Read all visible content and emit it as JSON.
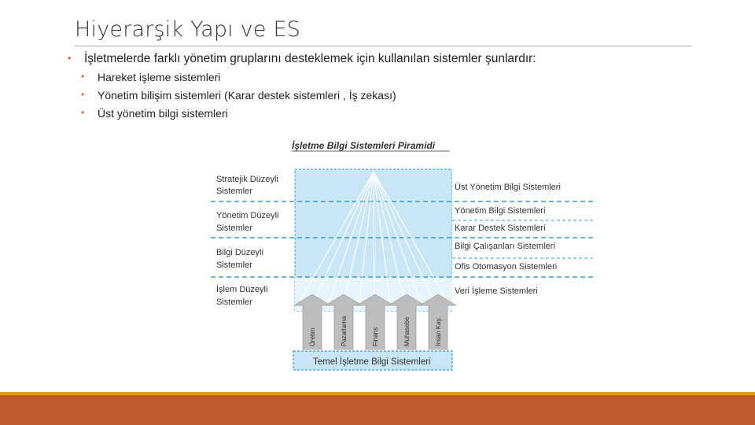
{
  "slide": {
    "title": "Hiyerarşik Yapı ve ES",
    "main_bullet": "İşletmelerde farklı yönetim gruplarını desteklemek için kullanılan sistemler şunlardır:",
    "sub_bullets": [
      "Hareket işleme sistemleri",
      "Yönetim bilişim sistemleri (Karar destek sistemleri , İş zekası)",
      "Üst yönetim bilgi sistemleri"
    ],
    "bullet_glyph": "•"
  },
  "diagram": {
    "title": "İşletme Bilgi Sistemleri Piramidi",
    "left_levels": [
      [
        "Stratejik Düzeyli",
        "Sistemler"
      ],
      [
        "Yönetim Düzeyli",
        "Sistemler"
      ],
      [
        "Bilgi Düzeyli",
        "Sistemler"
      ],
      [
        "İşlem Düzeyli",
        "Sistemler"
      ]
    ],
    "right_systems": [
      "Üst Yönetim Bilgi Sistemleri",
      "Yönetim Bilgi Sistemleri",
      "Karar Destek Sistemleri",
      "Bilgi Çalışanları Sistemleri",
      "Ofis Otomasyon Sistemleri",
      "Veri İşleme Sistemleri"
    ],
    "functions": [
      "Üretim",
      "Pazarlama",
      "Finans",
      "Muhasebe",
      "İnsan Kay."
    ],
    "base_label": "Temel İşletme Bilgi Sistemleri",
    "colors": {
      "fill": "#c8e6f5",
      "dashed": "#3b98cf",
      "arrow": "#b9b9b9",
      "accent": "#bf5a2b"
    }
  }
}
